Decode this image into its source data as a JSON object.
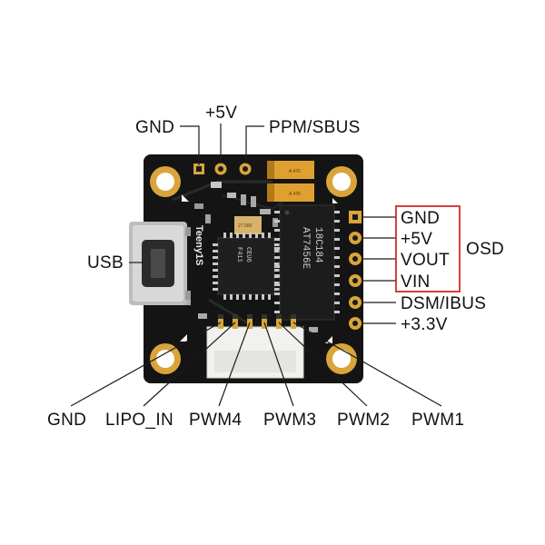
{
  "labels": {
    "gnd_top": "GND",
    "v5_top": "+5V",
    "ppm_sbus": "PPM/SBUS",
    "usb": "USB",
    "osd_gnd": "GND",
    "osd_5v": "+5V",
    "osd_vout": "VOUT",
    "osd_vin": "VIN",
    "osd": "OSD",
    "dsm_ibus": "DSM/IBUS",
    "v33": "+3.3V",
    "gnd_bottom": "GND",
    "lipo_in": "LIPO_IN",
    "pwm4": "PWM4",
    "pwm3": "PWM3",
    "pwm2": "PWM2",
    "pwm1": "PWM1"
  },
  "board": {
    "cap1": "A 476",
    "cap2": "A 476",
    "silk": "Teeny1S",
    "crystal": "27.000",
    "ic_main_1": "AT7456E",
    "ic_main_2": "18C184",
    "mcu_1": "F411",
    "mcu_2": "CEU6"
  },
  "colors": {
    "board": "#141414",
    "pad_gold": "#d9a43a",
    "osd_box": "#d32a2a",
    "cap_orange": "#e0a030"
  }
}
